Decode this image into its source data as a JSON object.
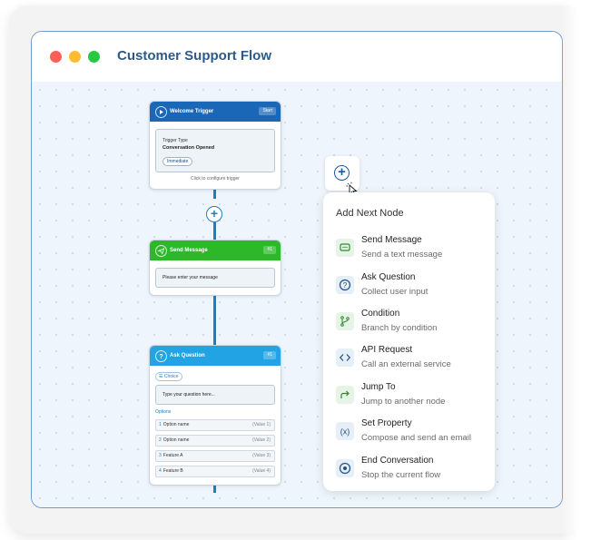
{
  "window": {
    "title": "Customer Support Flow"
  },
  "colors": {
    "close": "#ff5f57",
    "minimize": "#febc2e",
    "maximize": "#28c840",
    "accent": "#1e7fc0",
    "blue_node": "#1a67b8",
    "green_node": "#2db82a",
    "cyan_node": "#22a3e3"
  },
  "nodes": {
    "welcome": {
      "title": "Welcome Trigger",
      "badge": "Start",
      "trigger_label": "Trigger Type",
      "trigger_value": "Conversation Opened",
      "pill": "Immediate",
      "footer": "Click to configure trigger"
    },
    "send": {
      "title": "Send Message",
      "badge": "#1",
      "placeholder": "Please enter your message"
    },
    "ask": {
      "title": "Ask Question",
      "badge": "#1",
      "choice": "Choice",
      "placeholder": "Type your question here...",
      "options_label": "Options",
      "options": [
        {
          "num": "1",
          "name": "Option name",
          "value": "(Value 1)"
        },
        {
          "num": "2",
          "name": "Option name",
          "value": "(Value 2)"
        },
        {
          "num": "3",
          "name": "Feature A",
          "value": "(Value 3)"
        },
        {
          "num": "4",
          "name": "Feature B",
          "value": "(Value 4)"
        }
      ]
    }
  },
  "panel": {
    "title": "Add Next Node",
    "items": [
      {
        "name": "Send Message",
        "desc": "Send a text message",
        "icon": "message-icon"
      },
      {
        "name": "Ask Question",
        "desc": "Collect user input",
        "icon": "question-icon"
      },
      {
        "name": "Condition",
        "desc": "Branch by condition",
        "icon": "branch-icon"
      },
      {
        "name": "API Request",
        "desc": "Call an external service",
        "icon": "code-icon"
      },
      {
        "name": "Jump To",
        "desc": "Jump to another node",
        "icon": "jump-icon"
      },
      {
        "name": "Set Property",
        "desc": "Compose and send an email",
        "icon": "variable-icon"
      },
      {
        "name": "End Conversation",
        "desc": "Stop the current flow",
        "icon": "stop-icon"
      }
    ]
  }
}
